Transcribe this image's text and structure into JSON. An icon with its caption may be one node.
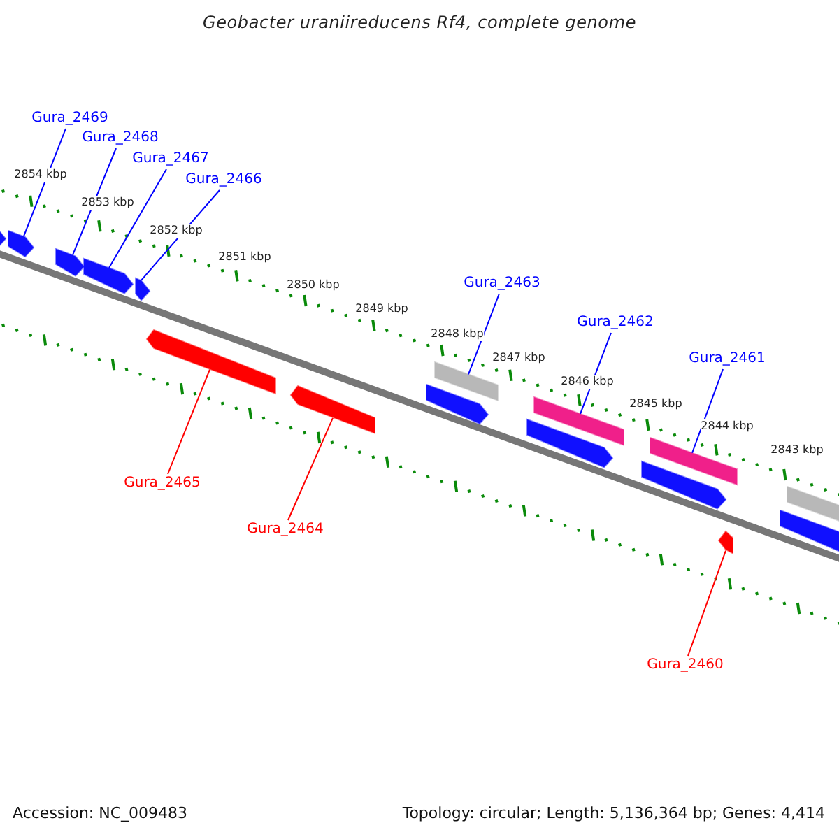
{
  "diagram": {
    "title": "Geobacter uraniireducens Rf4, complete genome",
    "nodes": [
      {
        "text": [
          "Gura_2469"
        ]
      },
      {
        "text": [
          "Gura_2468"
        ]
      },
      {
        "text": [
          "Gura_2467"
        ]
      },
      {
        "text": [
          "Gura_2466"
        ]
      },
      {
        "text": [
          "Gura_2463"
        ]
      },
      {
        "text": [
          "Gura_2462"
        ]
      },
      {
        "text": [
          "Gura_2461"
        ]
      },
      {
        "text": [
          "Gura_2465"
        ]
      },
      {
        "text": [
          "Gura_2464"
        ]
      },
      {
        "text": [
          "Gura_2460"
        ]
      },
      {
        "text": [],
        "shape": "bar"
      },
      {
        "text": [],
        "shape": "bar"
      },
      {
        "text": [],
        "shape": "bar"
      },
      {
        "text": [],
        "shape": "bar"
      },
      {
        "text": [],
        "shape": "bar"
      },
      {
        "text": [],
        "shape": "bar"
      },
      {
        "text": [],
        "shape": "bar"
      },
      {
        "text": [],
        "shape": "bar"
      },
      {
        "text": [],
        "shape": "bar"
      },
      {
        "text": [],
        "shape": "bar"
      },
      {
        "text": [],
        "shape": "bar"
      },
      {
        "text": [],
        "shape": "bar"
      },
      {
        "text": [],
        "shape": "bar"
      },
      {
        "text": [],
        "shape": "bar"
      },
      {
        "text": [],
        "shape": "bar"
      },
      {
        "text": [],
        "shape": "bar"
      }
    ],
    "edges": [
      {
        "from": 0,
        "to": 11,
        "arrow": "none"
      },
      {
        "from": 1,
        "to": 12,
        "arrow": "none"
      },
      {
        "from": 2,
        "to": 13,
        "arrow": "none"
      },
      {
        "from": 3,
        "to": 14,
        "arrow": "none"
      },
      {
        "from": 4,
        "to": 18,
        "arrow": "none"
      },
      {
        "from": 5,
        "to": 20,
        "arrow": "none"
      },
      {
        "from": 6,
        "to": 22,
        "arrow": "none"
      },
      {
        "from": 7,
        "to": 15,
        "arrow": "none",
        "color": "#ff0000"
      },
      {
        "from": 8,
        "to": 16,
        "arrow": "none",
        "color": "#ff0000"
      },
      {
        "from": 9,
        "to": 23,
        "arrow": "none",
        "color": "#ff0000"
      }
    ],
    "labels": [
      "2854 kbp",
      "2853 kbp",
      "2852 kbp",
      "2851 kbp",
      "2850 kbp",
      "2849 kbp",
      "2848 kbp",
      "2847 kbp",
      "2846 kbp",
      "2845 kbp",
      "2844 kbp",
      "2843 kbp",
      "Accession: NC_009483",
      "Topology: circular; Length: 5,136,364 bp; Genes: 4,414"
    ]
  }
}
